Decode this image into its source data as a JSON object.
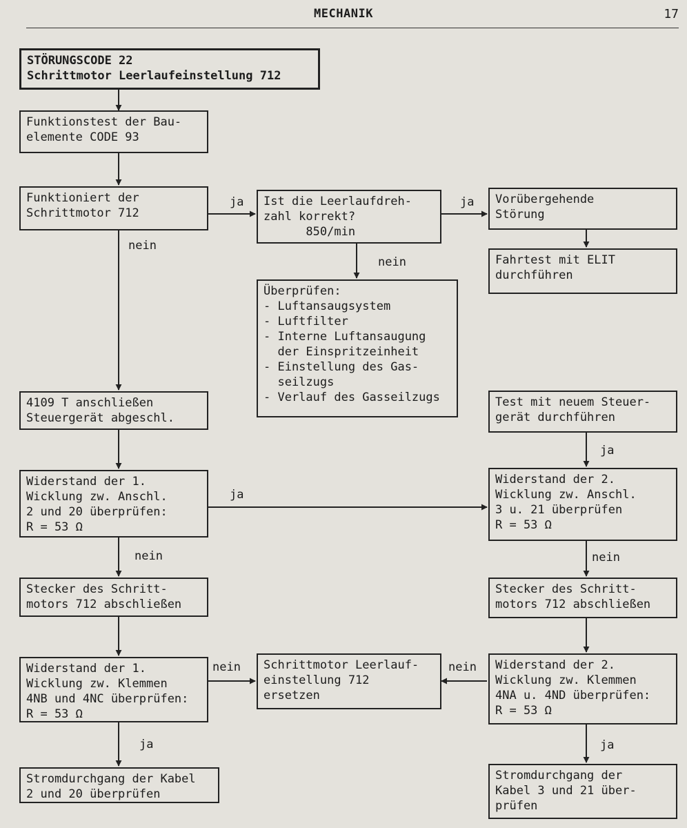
{
  "header": {
    "title": "MECHANIK",
    "page_number": "17"
  },
  "boxes": {
    "code22": "STÖRUNGSCODE 22\nSchrittmotor Leerlaufeinstellung 712",
    "funktionstest": "Funktionstest der Bau-\nelemente CODE 93",
    "funktioniert": "Funktioniert der\nSchrittmotor 712",
    "leerlaufdrehzahl": "Ist die Leerlaufdreh-\nzahl korrekt?\n      850/min",
    "voruebergehend": "Vorübergehende\nStörung",
    "fahrtest": "Fahrtest mit ELIT\ndurchführen",
    "ueberpruefen": "Überprüfen:\n- Luftansaugsystem\n- Luftfilter\n- Interne Luftansaugung\n  der Einspritzeinheit\n- Einstellung des Gas-\n  seilzugs\n- Verlauf des Gasseilzugs",
    "anschliessen_4109": "4109 T anschließen\nSteuergerät abgeschl.",
    "test_steuergeraet": "Test mit neuem Steuer-\ngerät durchführen",
    "widerstand1": "Widerstand der 1.\nWicklung zw. Anschl.\n2 und 20 überprüfen:\nR = 53 Ω",
    "widerstand2": "Widerstand der 2.\nWicklung zw. Anschl.\n3 u. 21 überprüfen\nR = 53 Ω",
    "stecker_links": "Stecker des Schritt-\nmotors 712 abschließen",
    "stecker_rechts": "Stecker des Schritt-\nmotors 712 abschließen",
    "widerstand1_klemmen": "Widerstand der 1.\nWicklung zw. Klemmen\n4NB und 4NC überprüfen:\nR = 53 Ω",
    "ersetzen": "Schrittmotor Leerlauf-\neinstellung 712\nersetzen",
    "widerstand2_klemmen": "Widerstand der 2.\nWicklung zw. Klemmen\n4NA u. 4ND überprüfen:\nR = 53 Ω",
    "stromdurchgang_links": "Stromdurchgang der Kabel\n2 und 20 überprüfen",
    "stromdurchgang_rechts": "Stromdurchgang der\nKabel 3 und 21 über-\nprüfen"
  },
  "labels": {
    "ja_1": "ja",
    "ja_2": "ja",
    "nein_1": "nein",
    "nein_2": "nein",
    "ja_3": "ja",
    "ja_4": "ja",
    "nein_3": "nein",
    "nein_4": "nein",
    "nein_5": "nein",
    "nein_6": "nein",
    "ja_5": "ja",
    "ja_6": "ja"
  }
}
